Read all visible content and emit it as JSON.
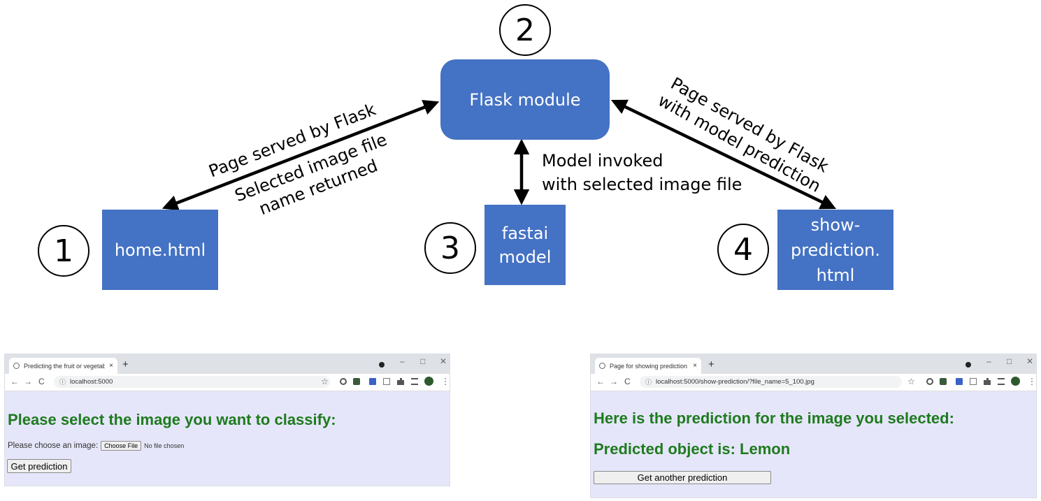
{
  "diagram": {
    "nodes": {
      "flask": "Flask module",
      "home": "home.html",
      "fastai": [
        "fastai",
        "model"
      ],
      "show": [
        "show-",
        "prediction.",
        "html"
      ]
    },
    "steps": [
      "1",
      "2",
      "3",
      "4"
    ],
    "edge_labels": {
      "left_top": "Page served by Flask",
      "left_bottom": [
        "Selected image file",
        "name returned"
      ],
      "middle": [
        "Model invoked",
        "with selected image file"
      ],
      "right": [
        "Page served by Flask",
        "with model prediction"
      ]
    },
    "colors": {
      "box": "#4472c4",
      "arrow": "#000000"
    }
  },
  "browser_left": {
    "tab_title": "Predicting the fruit or vegetable i",
    "url": "localhost:5000",
    "heading": "Please select the image you want to classify:",
    "file_label": "Please choose an image:",
    "choose_file": "Choose File",
    "no_file": "No file chosen",
    "button": "Get prediction"
  },
  "browser_right": {
    "tab_title": "Page for showing prediction",
    "url": "localhost:5000/show-prediction/?file_name=5_100.jpg",
    "heading": "Here is the prediction for the image you selected:",
    "result": "Predicted object is: Lemon",
    "button": "Get another prediction"
  },
  "browser_chrome": {
    "new_tab": "+",
    "close_tab": "×",
    "win_min": "–",
    "win_max": "□",
    "win_close": "✕",
    "back": "←",
    "forward": "→",
    "reload": "C",
    "info": "ⓘ",
    "star": "☆"
  },
  "colors": {
    "content_bg": "#e6e6fa",
    "heading_green": "#1e7b1e"
  }
}
